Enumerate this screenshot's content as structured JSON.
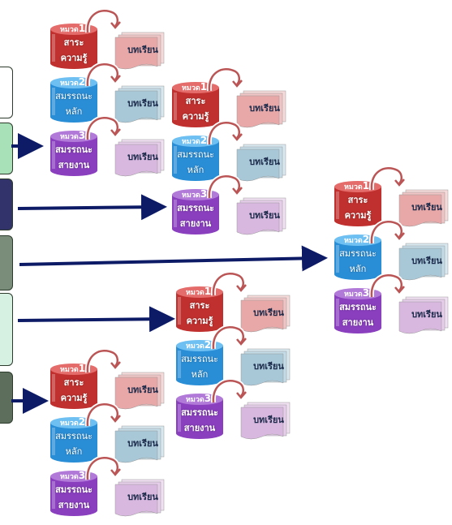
{
  "stack_labels": {
    "cat1_tag": "หมวด",
    "cat1_num": "1",
    "cat1_l1": "สาระ",
    "cat1_l2": "ความรู้",
    "cat2_tag": "หมวด",
    "cat2_num": "2",
    "cat2_l1": "สมรรถนะ",
    "cat2_l2": "หลัก",
    "cat3_tag": "หมวด",
    "cat3_num": "3",
    "cat3_l1": "สมรรถนะ",
    "cat3_l2": "สายงาน",
    "lesson": "บทเรียน"
  },
  "colors": {
    "red": "#c0302e",
    "blue": "#2a8ed6",
    "purple": "#8a3fbf",
    "arrow": "#0d1a66",
    "box_green_light": "#a8e0b8",
    "box_navy": "#33336b",
    "box_gray_green": "#7a8d7a",
    "box_pale_green": "#cfeede",
    "box_dark_gray": "#5d6e5d"
  }
}
